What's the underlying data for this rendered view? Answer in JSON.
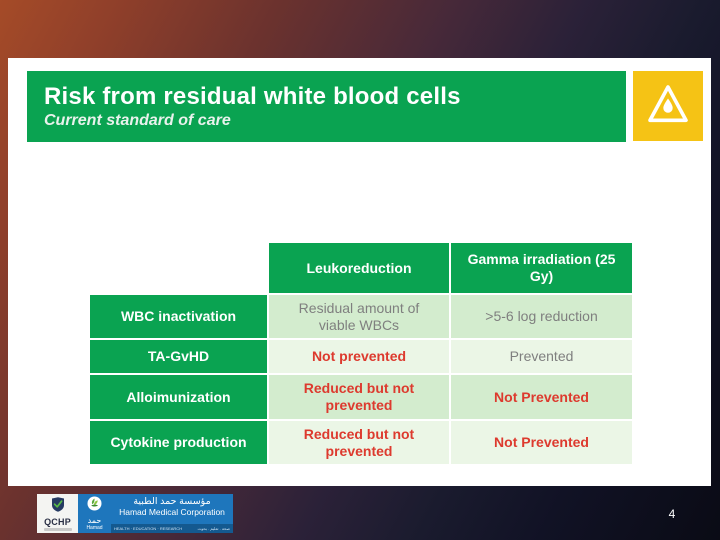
{
  "colors": {
    "brand_green": "#0aa351",
    "accent_yellow": "#f5c315",
    "alert_red": "#dd3a2e",
    "row_green_dark": "#d3ecce",
    "row_green_light": "#ebf6e6",
    "body_gray": "#7f7f7f",
    "logo_blue": "#1e76bc",
    "logo_blue_dark": "#14598f"
  },
  "header": {
    "title": "Risk from residual white blood cells",
    "subtitle": "Current standard of care",
    "badge_icon": "blood-drop-warning-triangle-icon"
  },
  "table": {
    "column_headers": [
      "Leukoreduction",
      "Gamma irradiation (25 Gy)"
    ],
    "rows": [
      {
        "header": "WBC inactivation",
        "cells": [
          "Residual amount of viable WBCs",
          ">5-6 log reduction"
        ]
      },
      {
        "header": "TA-GvHD",
        "cells": [
          "Not prevented",
          "Prevented"
        ]
      },
      {
        "header": "Alloimunization",
        "cells": [
          "Reduced but not prevented",
          "Not Prevented"
        ]
      },
      {
        "header": "Cytokine production",
        "cells": [
          "Reduced but not prevented",
          "Not Prevented"
        ]
      }
    ]
  },
  "footer": {
    "qchp": {
      "label": "QCHP",
      "icon": "qchp-shield-icon"
    },
    "hamad": {
      "arabic": "حمد",
      "english": "Hamad",
      "icon": "hamad-leaf-emblem-icon"
    },
    "hmc": {
      "arabic": "مؤسسة حمد الطبية",
      "english": "Hamad Medical Corporation",
      "tagline_english": "HEALTH · EDUCATION · RESEARCH",
      "tagline_arabic": "صحة . تعليم . بحوث"
    },
    "page_number": "4"
  }
}
